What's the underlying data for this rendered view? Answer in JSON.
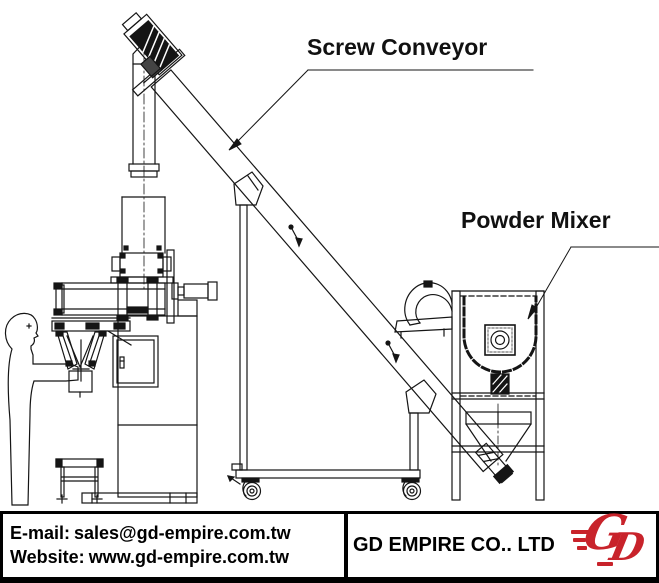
{
  "diagram": {
    "labels": {
      "screw_conveyor": "Screw Conveyor",
      "powder_mixer": "Powder Mixer"
    },
    "ink_color": "#151515",
    "background": "#ffffff"
  },
  "footer": {
    "email_label": "E-mail:",
    "email_value": "sales@gd-empire.com.tw",
    "website_label": "Website:",
    "website_value": "www.gd-empire.com.tw",
    "company_name": "GD EMPIRE CO.. LTD",
    "text_color": "#000000",
    "logo": {
      "letter_g": "G",
      "letter_d": "D",
      "color": "#c8232b"
    }
  }
}
